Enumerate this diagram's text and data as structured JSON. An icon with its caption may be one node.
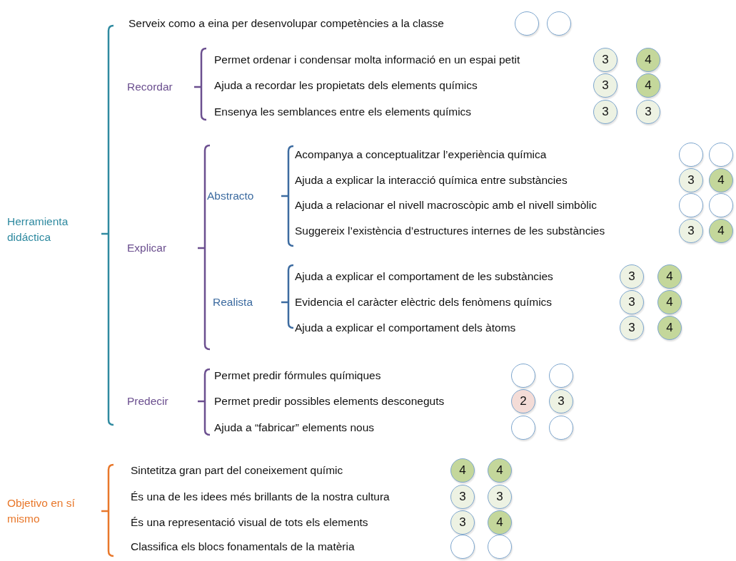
{
  "diagram": {
    "nodes": [
      {
        "text": [
          "Herramienta didáctica"
        ]
      },
      {
        "text": [
          "Serveix como a eina per desenvolupar competències a la classe"
        ]
      },
      {
        "text": [],
        "shape": "circle"
      },
      {
        "text": [],
        "shape": "circle"
      },
      {
        "text": [
          "Recordar"
        ]
      },
      {
        "text": [
          "Permet ordenar i condensar molta informació en un espai petit"
        ]
      },
      {
        "text": [
          "3"
        ]
      },
      {
        "text": [
          "4"
        ]
      },
      {
        "text": [
          "Ajuda a recordar les propietats dels elements químics"
        ]
      },
      {
        "text": [
          "3"
        ]
      },
      {
        "text": [
          "4"
        ]
      },
      {
        "text": [
          "Ensenya les semblances entre els elements químics"
        ]
      },
      {
        "text": [
          "3"
        ]
      },
      {
        "text": [
          "3"
        ]
      },
      {
        "text": [
          "Explicar"
        ]
      },
      {
        "text": [
          "Abstracto"
        ]
      },
      {
        "text": [
          "Acompanya a conceptualitzar l’experiència química"
        ]
      },
      {
        "text": [],
        "shape": "circle"
      },
      {
        "text": [],
        "shape": "circle"
      },
      {
        "text": [
          "Ajuda a explicar la interacció química entre substàncies"
        ]
      },
      {
        "text": [
          "3"
        ]
      },
      {
        "text": [
          "4"
        ]
      },
      {
        "text": [
          "Ajuda a relacionar el nivell macroscòpic amb el nivell simbòlic"
        ]
      },
      {
        "text": [],
        "shape": "circle"
      },
      {
        "text": [],
        "shape": "circle"
      },
      {
        "text": [
          "Suggereix l’existència d’estructures internes de les substàncies"
        ]
      },
      {
        "text": [
          "3"
        ]
      },
      {
        "text": [
          "4"
        ]
      },
      {
        "text": [
          "Realista"
        ]
      },
      {
        "text": [
          "Ajuda a explicar el comportament de les substàncies"
        ]
      },
      {
        "text": [
          "3"
        ]
      },
      {
        "text": [
          "4"
        ]
      },
      {
        "text": [
          "Evidencia el caràcter elèctric dels fenòmens químics"
        ]
      },
      {
        "text": [
          "3"
        ]
      },
      {
        "text": [
          "4"
        ]
      },
      {
        "text": [
          "Ajuda a explicar el comportament dels àtoms"
        ]
      },
      {
        "text": [
          "3"
        ]
      },
      {
        "text": [
          "4"
        ]
      },
      {
        "text": [
          "Predecir"
        ]
      },
      {
        "text": [
          "Permet predir fórmules químiques"
        ]
      },
      {
        "text": [],
        "shape": "circle"
      },
      {
        "text": [],
        "shape": "circle"
      },
      {
        "text": [
          "Permet predir possibles elements desconeguts"
        ]
      },
      {
        "text": [
          "2"
        ]
      },
      {
        "text": [
          "3"
        ]
      },
      {
        "text": [
          "Ajuda a “fabricar” elements nous"
        ]
      },
      {
        "text": [],
        "shape": "circle"
      },
      {
        "text": [],
        "shape": "circle"
      },
      {
        "text": [
          "Objetivo en sí mismo"
        ]
      },
      {
        "text": [
          "Sintetitza gran part del coneixement químic"
        ]
      },
      {
        "text": [
          "4"
        ]
      },
      {
        "text": [
          "4"
        ]
      },
      {
        "text": [
          "És una de les idees més brillants de la nostra cultura"
        ]
      },
      {
        "text": [
          "3"
        ]
      },
      {
        "text": [
          "3"
        ]
      },
      {
        "text": [
          "És una representació visual de tots els elements"
        ]
      },
      {
        "text": [
          "3"
        ]
      },
      {
        "text": [
          "4"
        ]
      },
      {
        "text": [
          "Classifica els blocs fonamentals de la matèria"
        ]
      },
      {
        "text": [],
        "shape": "circle"
      },
      {
        "text": [],
        "shape": "circle"
      }
    ]
  }
}
